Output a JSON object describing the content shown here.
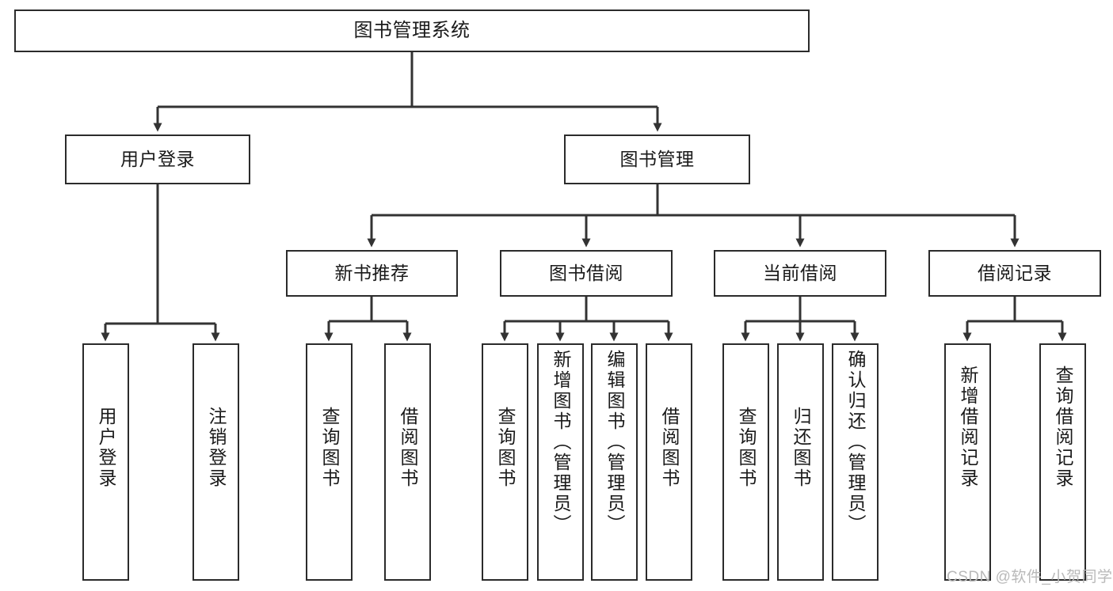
{
  "diagram": {
    "title": "图书管理系统",
    "type": "hierarchy-tree",
    "watermark": "CSDN @软件_小贺同学",
    "colors": {
      "box_border": "#2b2b2b",
      "box_fill": "#ffffff",
      "connector": "#333333",
      "text": "#1a1a1a",
      "watermark": "#b9b9b9"
    },
    "levels": [
      {
        "level": 1,
        "nodes": [
          {
            "id": "root",
            "label": "图书管理系统",
            "orientation": "horizontal"
          }
        ]
      },
      {
        "level": 2,
        "nodes": [
          {
            "id": "user-login",
            "label": "用户登录",
            "orientation": "horizontal"
          },
          {
            "id": "book-manage",
            "label": "图书管理",
            "orientation": "horizontal"
          }
        ]
      },
      {
        "level": 3,
        "nodes": [
          {
            "id": "new-book-rec",
            "label": "新书推荐",
            "orientation": "horizontal"
          },
          {
            "id": "book-borrow",
            "label": "图书借阅",
            "orientation": "horizontal"
          },
          {
            "id": "current-borrow",
            "label": "当前借阅",
            "orientation": "horizontal"
          },
          {
            "id": "borrow-record",
            "label": "借阅记录",
            "orientation": "horizontal"
          }
        ]
      },
      {
        "level": 4,
        "nodes": [
          {
            "id": "leaf-user-login",
            "label": "用户登录",
            "orientation": "vertical",
            "parent": "user-login"
          },
          {
            "id": "leaf-logout",
            "label": "注销登录",
            "orientation": "vertical",
            "parent": "user-login"
          },
          {
            "id": "leaf-query-book-1",
            "label": "查询图书",
            "orientation": "vertical",
            "parent": "new-book-rec"
          },
          {
            "id": "leaf-borrow-book-1",
            "label": "借阅图书",
            "orientation": "vertical",
            "parent": "new-book-rec"
          },
          {
            "id": "leaf-query-book-2",
            "label": "查询图书",
            "orientation": "vertical",
            "parent": "book-borrow"
          },
          {
            "id": "leaf-add-book",
            "label": "新增图书（管理员）",
            "orientation": "vertical",
            "parent": "book-borrow"
          },
          {
            "id": "leaf-edit-book",
            "label": "编辑图书（管理员）",
            "orientation": "vertical",
            "parent": "book-borrow"
          },
          {
            "id": "leaf-borrow-book-2",
            "label": "借阅图书",
            "orientation": "vertical",
            "parent": "book-borrow"
          },
          {
            "id": "leaf-query-book-3",
            "label": "查询图书",
            "orientation": "vertical",
            "parent": "current-borrow"
          },
          {
            "id": "leaf-return-book",
            "label": "归还图书",
            "orientation": "vertical",
            "parent": "current-borrow"
          },
          {
            "id": "leaf-confirm-return",
            "label": "确认归还（管理员）",
            "orientation": "vertical",
            "parent": "current-borrow"
          },
          {
            "id": "leaf-add-record",
            "label": "新增借阅记录",
            "orientation": "vertical",
            "parent": "borrow-record"
          },
          {
            "id": "leaf-query-record",
            "label": "查询借阅记录",
            "orientation": "vertical",
            "parent": "borrow-record"
          }
        ]
      }
    ]
  }
}
